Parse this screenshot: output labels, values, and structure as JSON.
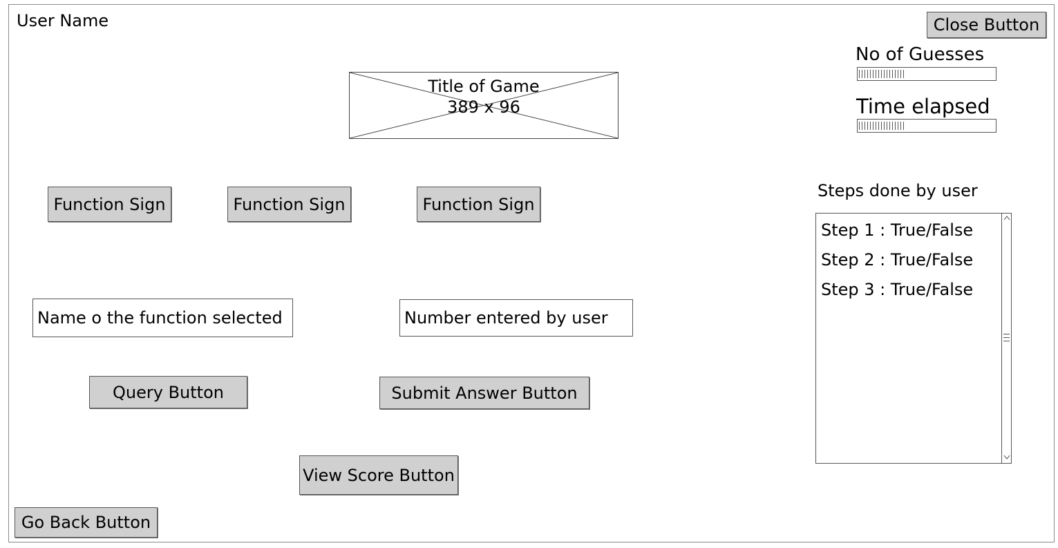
{
  "header": {
    "user_name": "User Name",
    "close_label": "Close Button"
  },
  "title_image": {
    "line1": "Title of Game",
    "line2": "389 x 96"
  },
  "stats": {
    "guesses_label": "No of Guesses",
    "guesses_progress": 0.45,
    "time_label": "Time elapsed",
    "time_progress": 0.45
  },
  "function_signs": [
    {
      "label": "Function Sign"
    },
    {
      "label": "Function Sign"
    },
    {
      "label": "Function Sign"
    }
  ],
  "fields": {
    "function_name": "Name o the function selected",
    "number_entered": "Number entered by user"
  },
  "buttons": {
    "query": "Query Button",
    "submit": "Submit Answer Button",
    "view_score": "View Score Button",
    "go_back": "Go Back Button"
  },
  "steps": {
    "title": "Steps done by user",
    "items": [
      {
        "label": "Step 1 : True/False"
      },
      {
        "label": "Step 2 : True/False"
      },
      {
        "label": "Step 3 : True/False"
      }
    ]
  },
  "icons": {
    "scroll_up": "chevron-up-icon",
    "scroll_down": "chevron-down-icon"
  }
}
